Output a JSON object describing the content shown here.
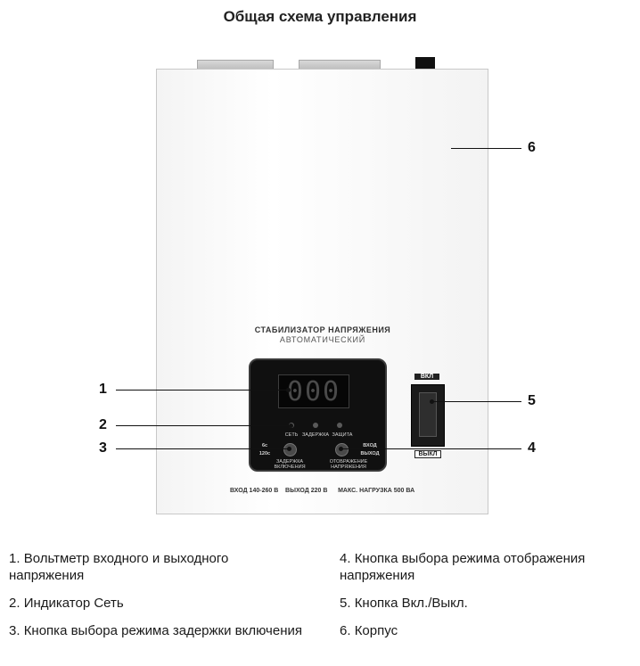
{
  "title": "Общая схема управления",
  "device": {
    "brand_line1": "СТАБИЛИЗАТОР НАПРЯЖЕНИЯ",
    "brand_line2": "АВТОМАТИЧЕСКИЙ",
    "display_value": "000",
    "indicators": [
      "СЕТЬ",
      "ЗАДЕРЖКА",
      "ЗАЩИТА"
    ],
    "delay_options": [
      "6с",
      "120с"
    ],
    "delay_label": "ЗАДЕРЖКА ВКЛЮЧЕНИЯ",
    "display_options": [
      "ВХОД",
      "ВЫХОД"
    ],
    "display_mode_label": "ОТОБРАЖЕНИЕ НАПРЯЖЕНИЯ",
    "specs": [
      "ВХОД 140-260 В",
      "ВЫХОД 220 В",
      "МАКС. НАГРУЗКА 500 ВА"
    ],
    "switch_on": "ВКЛ",
    "switch_off": "ВЫКЛ"
  },
  "callouts": [
    "1",
    "2",
    "3",
    "4",
    "5",
    "6"
  ],
  "legend": [
    {
      "num": "1.",
      "text": "Вольтметр входного и выходного напряжения"
    },
    {
      "num": "2.",
      "text": "Индикатор Сеть"
    },
    {
      "num": "3.",
      "text": "Кнопка выбора режима задержки включения"
    },
    {
      "num": "4.",
      "text": "Кнопка выбора режима отображения напряжения"
    },
    {
      "num": "5.",
      "text": "Кнопка Вкл./Выкл."
    },
    {
      "num": "6.",
      "text": "Корпус"
    }
  ]
}
